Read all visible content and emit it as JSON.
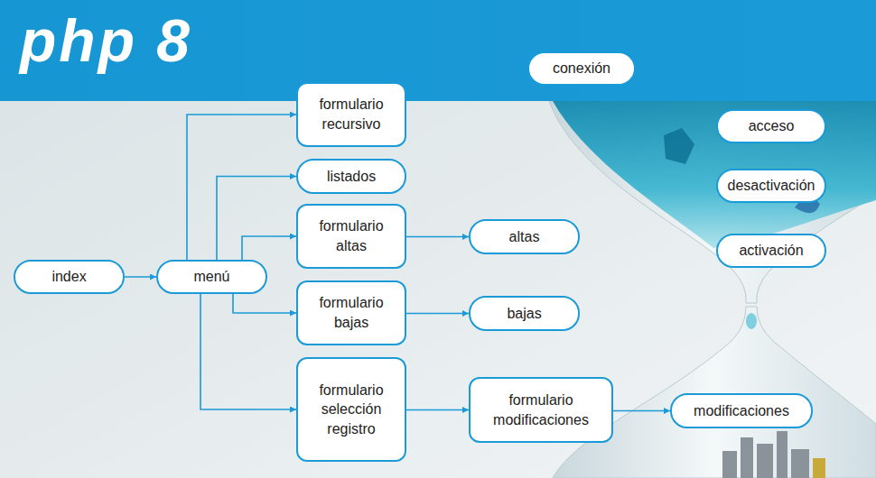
{
  "diagram": {
    "title": "php 8",
    "nodes": [
      {
        "text": [
          "index"
        ]
      },
      {
        "text": [
          "menú"
        ]
      },
      {
        "text": [
          "formulario recursivo"
        ]
      },
      {
        "text": [
          "listados"
        ]
      },
      {
        "text": [
          "formulario altas"
        ]
      },
      {
        "text": [
          "formulario bajas"
        ]
      },
      {
        "text": [
          "formulario selección registro"
        ]
      },
      {
        "text": [
          "altas"
        ]
      },
      {
        "text": [
          "bajas"
        ]
      },
      {
        "text": [
          "formulario modificaciones"
        ]
      },
      {
        "text": [
          "modificaciones"
        ]
      },
      {
        "text": [
          "conexión"
        ]
      },
      {
        "text": [
          "acceso"
        ]
      },
      {
        "text": [
          "desactivación"
        ]
      },
      {
        "text": [
          "activación"
        ]
      }
    ],
    "edges": [
      {
        "from": 0,
        "to": 1,
        "arrow": "to"
      },
      {
        "from": 1,
        "to": 2,
        "arrow": "to"
      },
      {
        "from": 1,
        "to": 3,
        "arrow": "to"
      },
      {
        "from": 1,
        "to": 4,
        "arrow": "to"
      },
      {
        "from": 1,
        "to": 5,
        "arrow": "to"
      },
      {
        "from": 1,
        "to": 6,
        "arrow": "to"
      },
      {
        "from": 4,
        "to": 7,
        "arrow": "to"
      },
      {
        "from": 5,
        "to": 8,
        "arrow": "to"
      },
      {
        "from": 6,
        "to": 9,
        "arrow": "to"
      },
      {
        "from": 9,
        "to": 10,
        "arrow": "to"
      }
    ]
  }
}
